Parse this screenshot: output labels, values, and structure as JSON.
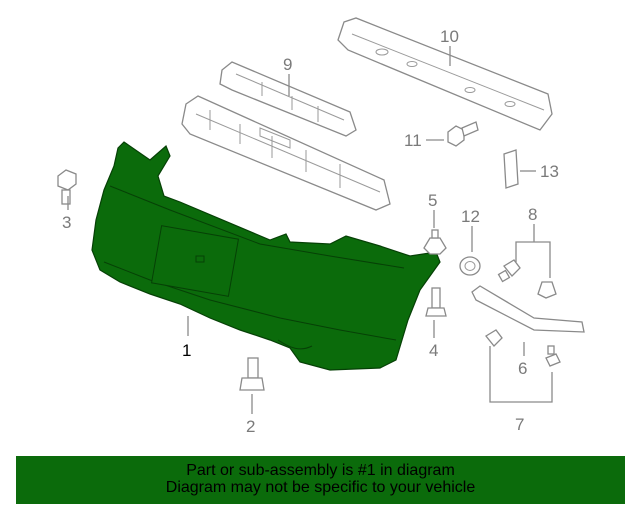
{
  "colors": {
    "highlight": "#0b6b0b",
    "line": "#8a8a8a",
    "banner": "#0b6b0b"
  },
  "callouts": {
    "c1": "1",
    "c2": "2",
    "c3": "3",
    "c4": "4",
    "c5": "5",
    "c6": "6",
    "c7": "7",
    "c8": "8",
    "c9": "9",
    "c10": "10",
    "c11": "11",
    "c12": "12",
    "c13": "13"
  },
  "banner": {
    "line1": "Part or sub-assembly is #1 in diagram",
    "line2": "Diagram may not be specific to your vehicle"
  }
}
